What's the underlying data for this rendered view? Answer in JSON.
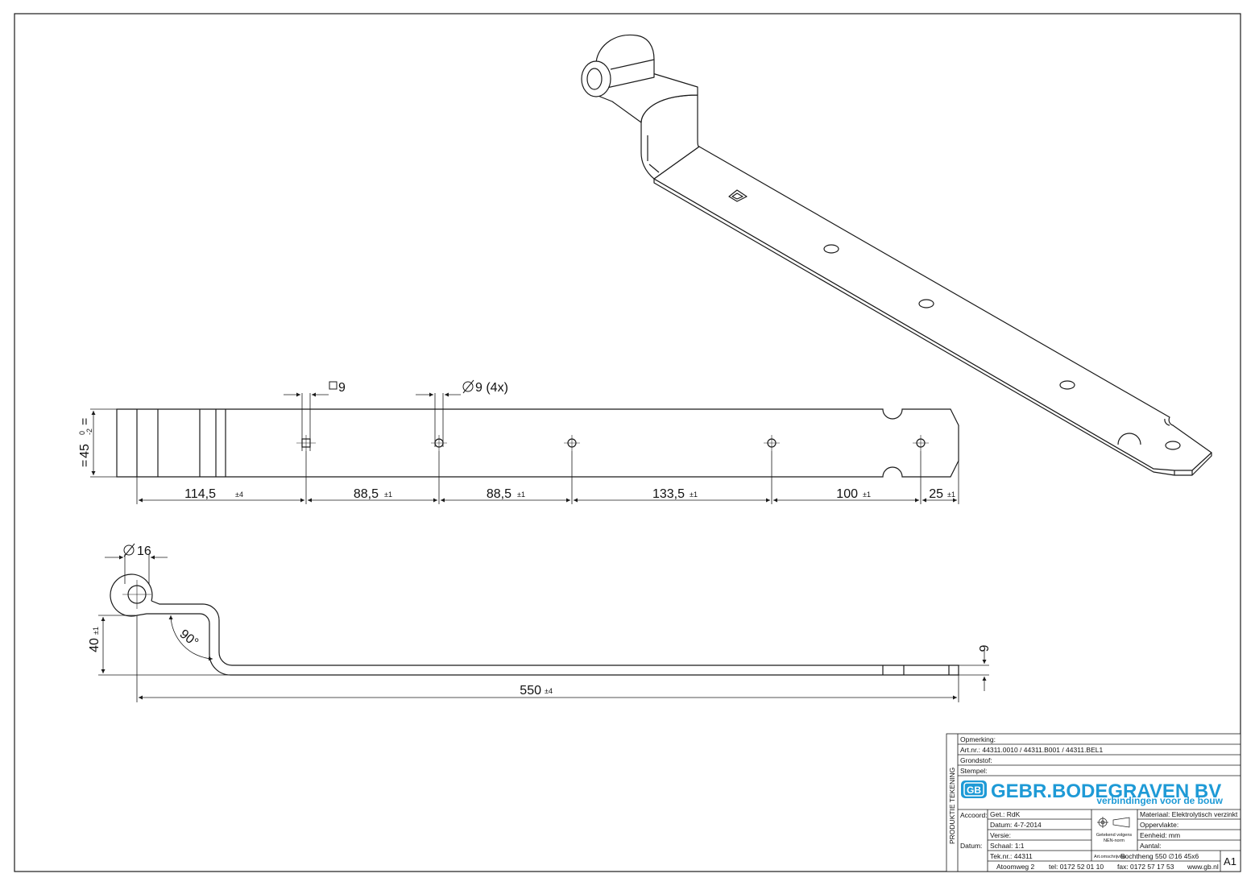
{
  "dimensions": {
    "sq_hole": "9",
    "round_hole": "9 (4x)",
    "height": "45",
    "height_tol_upper": "0",
    "height_tol_lower": "-2",
    "spacing": [
      {
        "value": "114,5",
        "tol": "±4"
      },
      {
        "value": "88,5",
        "tol": "±1"
      },
      {
        "value": "88,5",
        "tol": "±1"
      },
      {
        "value": "133,5",
        "tol": "±1"
      },
      {
        "value": "100",
        "tol": "±1"
      },
      {
        "value": "25",
        "tol": "±1"
      }
    ],
    "eye_diameter": "16",
    "offset": "40",
    "offset_tol": "±1",
    "angle": "90°",
    "length": "550",
    "length_tol": "±4",
    "thickness": "6"
  },
  "title_block": {
    "side_label": "PRODUKTIE TEKENING",
    "opmerking": "Opmerking:",
    "artnr": "Art.nr.:  44311.0010 / 44311.B001 / 44311.BEL1",
    "grondstof": "Grondstof:",
    "stempel": "Stempel:",
    "company": "GEBR.BODEGRAVEN BV",
    "tagline": "verbindingen voor de bouw",
    "logo": "GB",
    "accoord": "Accoord:",
    "datum_label": "Datum:",
    "get": "Get.: RdK",
    "datum": "Datum: 4-7-2014",
    "versie": "Versie:",
    "schaal": "Schaal: 1:1",
    "teknr": "Tek.nr.: 44311",
    "nen_text_1": "Getekend volgens",
    "nen_text_2": "NEN-norm",
    "materiaal": "Materiaal: Elektrolytisch verzinkt",
    "oppervlakte": "Oppervlakte:",
    "eenheid": "Eenheid: mm",
    "aantal": "Aantal:",
    "omschrijving_label": "Art.omschrijving:",
    "omschrijving": "Bochtheng 550  ∅16  45x6",
    "format": "A1",
    "address": "Atoomweg 2",
    "tel": "tel: 0172 52 01 10",
    "fax": "fax: 0172 57 17 53",
    "web": "www.gb.nl"
  },
  "colors": {
    "line": "#1a1a1a",
    "brand": "#1e9ad6"
  }
}
